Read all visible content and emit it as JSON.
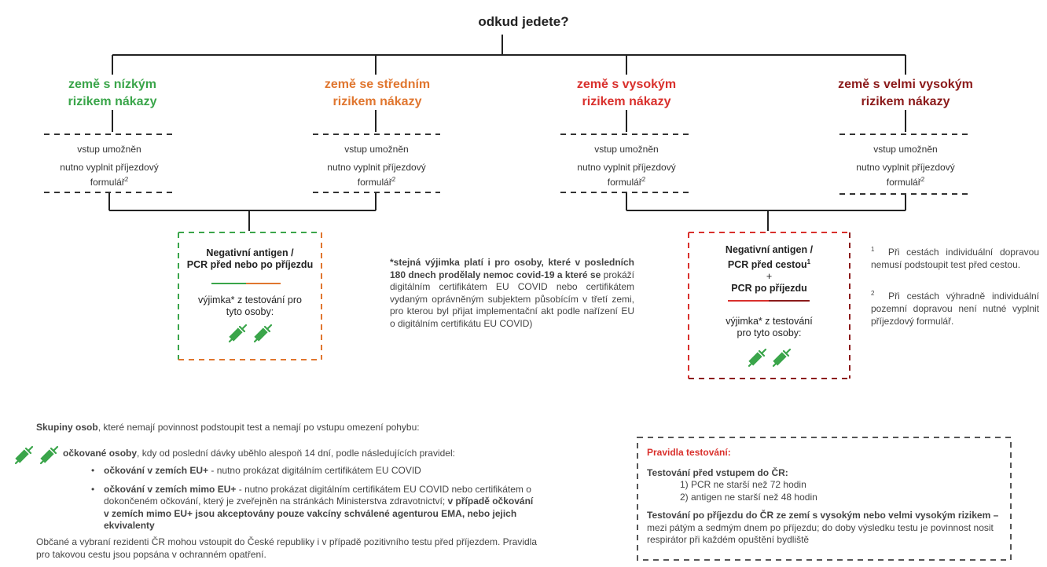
{
  "title": "odkud jedete?",
  "categories": [
    {
      "label_1": "země s nízkým",
      "label_2": "rizikem nákazy",
      "color": "#3aa54a"
    },
    {
      "label_1": "země se středním",
      "label_2": "rizikem nákazy",
      "color": "#e0762f"
    },
    {
      "label_1": "země s vysokým",
      "label_2": "rizikem nákazy",
      "color": "#d9302c"
    },
    {
      "label_1": "země s velmi vysokým",
      "label_2": "rizikem nákazy",
      "color": "#8b1a1a"
    }
  ],
  "entry": {
    "allowed": "vstup umožněn",
    "form_1": "nutno vyplnit příjezdový",
    "form_2": "formulář",
    "form_sup": "2"
  },
  "test_low": {
    "line_1": "Negativní antigen /",
    "line_2": "PCR před nebo po příjezdu",
    "exempt_1": "výjimka* z testování pro",
    "exempt_2": "tyto osoby:"
  },
  "test_high": {
    "line_1": "Negativní antigen /",
    "line_2": "PCR před cestou",
    "line_2_sup": "1",
    "plus": "+",
    "line_3": "PCR po příjezdu",
    "exempt_1": "výjimka* z testování",
    "exempt_2": "pro tyto osoby:"
  },
  "exception_note": {
    "bold": "*stejná výjimka platí i pro osoby, které v posledních 180 dnech prodělaly nemoc covid-19 a které se",
    "rest": " prokáží digitálním certifikátem EU COVID nebo certifikátem vydaným oprávněným subjektem působícím v třetí zemi, pro kterou byl přijat implementační akt podle nařízení EU o digitálním certifikátu EU COVID)"
  },
  "footnotes": [
    {
      "num": "1",
      "text": "Při cestách individuální dopravou nemusí podstoupit test před cestou."
    },
    {
      "num": "2",
      "text": "Při cestách výhradně individuální pozemní dopravou není nutné vyplnit příjezdový formulář."
    }
  ],
  "groups": {
    "intro_bold": "Skupiny osob",
    "intro_rest": ", které nemají povinnost podstoupit test a nemají po vstupu omezení pohybu:",
    "vacc_bold": "očkované osoby",
    "vacc_rest": ", kdy od poslední dávky uběhlo alespoň 14 dní, podle následujících pravidel:",
    "rule_eu_bold": "očkování v zemích EU+",
    "rule_eu_rest": " - nutno prokázat digitálním certifikátem EU COVID",
    "rule_noneu_bold": "očkování v zemích mimo EU+",
    "rule_noneu_rest": " - nutno prokázat digitálním certifikátem EU COVID nebo certifikátem o dokončeném očkování, který je zveřejněn na stránkách Ministerstva zdravotnictví; ",
    "rule_noneu_bold2": "v případě očkování v zemích mimo EU+ jsou akceptovány pouze vakcíny schválené agenturou EMA, nebo jejich ekvivalenty",
    "citizens": "Občané a vybraní rezidenti ČR mohou vstoupit do České republiky i v případě pozitivního testu před příjezdem. Pravidla pro takovou cestu jsou popsána v ochranném opatření."
  },
  "rules": {
    "title": "Pravidla testování:",
    "before_title": "Testování před vstupem do ČR:",
    "before_1": "1) PCR ne starší než 72 hodin",
    "before_2": "2) antigen ne starší než 48 hodin",
    "after_title": "Testování po příjezdu do ČR ze zemí s vysokým nebo velmi vysokým rizikem –",
    "after_text": "mezi pátým a sedmým dnem po příjezdu; do doby výsledku testu je povinnost nosit respirátor při každém opuštění bydliště"
  },
  "colors": {
    "green": "#3aa54a",
    "orange": "#e0762f",
    "red": "#d9302c",
    "darkred": "#8b1a1a",
    "line": "#222222"
  }
}
